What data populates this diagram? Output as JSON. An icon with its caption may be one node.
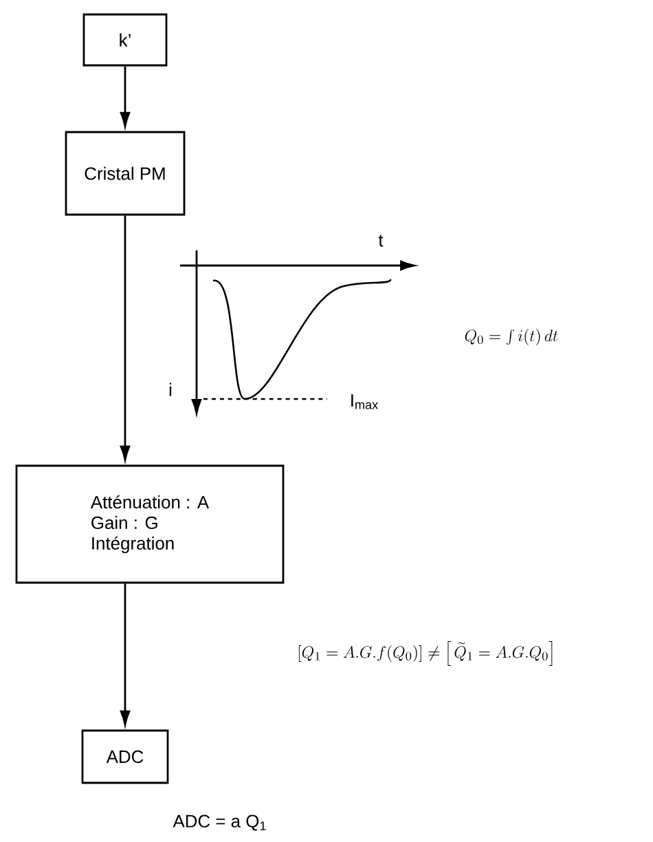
{
  "diagram": {
    "nodes": [
      {
        "text": [
          "k’"
        ]
      },
      {
        "text": [
          "Cristal PM"
        ]
      },
      {
        "text": [
          "Atténuation : A",
          "Gain : G",
          "Intégration"
        ]
      },
      {
        "text": [
          "ADC"
        ]
      }
    ],
    "edges": [
      {
        "from": 0,
        "to": 1,
        "arrow": "to"
      },
      {
        "from": 1,
        "to": 2,
        "arrow": "to"
      },
      {
        "from": 2,
        "to": 3,
        "arrow": "to"
      }
    ],
    "labels": [
      "t",
      "i",
      "I$_{max}$",
      "Q_0 = \\int i(t)\\,dt",
      "\\left[Q_1 = A.G.f(Q_0)\\right] \\neq \\left[\\,\\widetilde{Q}_1 = A.G.Q_0\\right]",
      "ADC =  a Q$_{1}$"
    ]
  }
}
